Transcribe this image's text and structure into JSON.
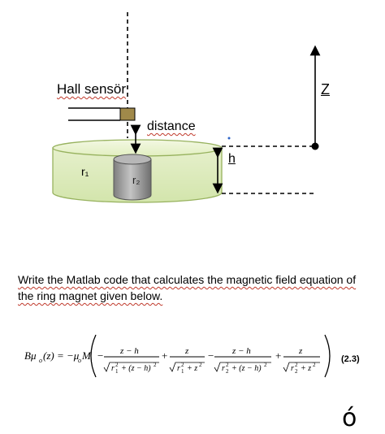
{
  "diagram": {
    "hall_sensor_label": "Hall sensör",
    "distance_label": "distance",
    "z_axis_label": "Z",
    "r1_label": "r₁",
    "r2_label": "r₂",
    "h_label": "h"
  },
  "question": {
    "line1": "Write the Matlab code that calculates the magnetic field equation of",
    "line2": "the ring magnet given below."
  },
  "equation": {
    "number": "(2.3)"
  },
  "footer_glyph": "ó"
}
